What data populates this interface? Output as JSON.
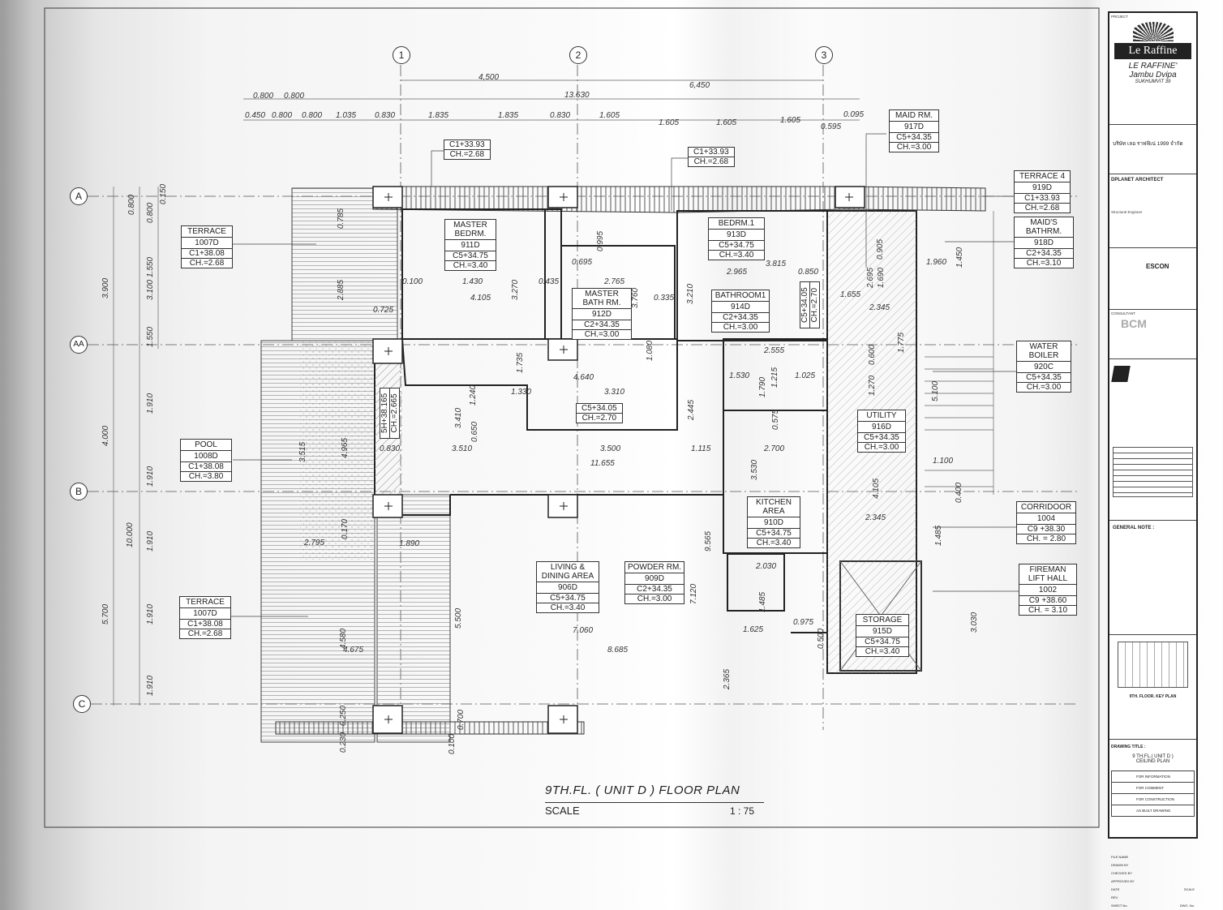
{
  "drawing": {
    "title": "9TH.FL. ( UNIT D ) FLOOR  PLAN",
    "scale_label": "SCALE",
    "scale_value": "1 : 75"
  },
  "grid": {
    "columns": [
      "1",
      "2",
      "3"
    ],
    "rows": [
      "A",
      "AA",
      "B",
      "C"
    ]
  },
  "dimensions": {
    "top": [
      "4,500",
      "6,450",
      "0.800",
      "0.800",
      "13.630",
      "0.450",
      "0.800",
      "0.800",
      "1.035",
      "0.830",
      "1.835",
      "1.835",
      "0.830",
      "1.605",
      "1.605",
      "1.605",
      "1.605",
      "0.095",
      "0.595"
    ],
    "left": [
      "3.900",
      "4.000",
      "10.000",
      "5.700",
      "0.800",
      "0.800",
      "0.150",
      "3.100",
      "1.550",
      "1.550",
      "1.910",
      "1.910",
      "1.910",
      "1.910",
      "1.910"
    ],
    "interior": [
      "0.785",
      "2.885",
      "0.725",
      "0.100",
      "1.430",
      "4.105",
      "3.270",
      "0.435",
      "0.995",
      "0.695",
      "2.765",
      "3.760",
      "0.335",
      "1.080",
      "3.210",
      "2.965",
      "3.815",
      "0.850",
      "2.555",
      "1.530",
      "1.790",
      "1.215",
      "1.025",
      "0.575",
      "1.735",
      "1.240",
      "1.330",
      "4.640",
      "3.310",
      "3.410",
      "0.650",
      "3.510",
      "3.500",
      "1.115",
      "2.700",
      "11.655",
      "2.445",
      "0.830",
      "4.965",
      "3.515",
      "0.170",
      "2.795",
      "1.890",
      "3.530",
      "9.565",
      "7.120",
      "5.500",
      "4.580",
      "4.675",
      "7.060",
      "8.685",
      "2.030",
      "1.485",
      "1.625",
      "0.975",
      "0.500",
      "2.365",
      "0.905",
      "2.695",
      "1.690",
      "1.655",
      "2.345",
      "1.450",
      "1.960",
      "0.600",
      "1.270",
      "1.775",
      "5.100",
      "4.105",
      "2.345",
      "1.100",
      "0.400",
      "1.485",
      "3.030",
      "0.250",
      "0.230",
      "0.100",
      "0.700"
    ]
  },
  "rooms": [
    {
      "name": "TERRACE",
      "code": "1007D",
      "ceiling": "C1+38.08",
      "height": "CH.=2.68"
    },
    {
      "name": "MASTER BEDRM.",
      "code": "911D",
      "ceiling": "C5+34.75",
      "height": "CH.=3.40"
    },
    {
      "name": "BEDRM.1",
      "code": "913D",
      "ceiling": "C5+34.75",
      "height": "CH.=3.40"
    },
    {
      "name": "MAID RM.",
      "code": "917D",
      "ceiling": "C5+34.35",
      "height": "CH.=3.00"
    },
    {
      "name": "TERRACE 4",
      "code": "919D",
      "ceiling": "C1+33.93",
      "height": "CH.=2.68"
    },
    {
      "name": "MAID'S BATHRM.",
      "code": "918D",
      "ceiling": "C2+34.35",
      "height": "CH.=3.10"
    },
    {
      "name": "MASTER BATH RM.",
      "code": "912D",
      "ceiling": "C2+34.35",
      "height": "CH.=3.00"
    },
    {
      "name": "BATHROOM1",
      "code": "914D",
      "ceiling": "C2+34.35",
      "height": "CH.=3.00"
    },
    {
      "name": "WATER BOILER",
      "code": "920C",
      "ceiling": "C5+34.35",
      "height": "CH.=3.00"
    },
    {
      "name": "UTILITY",
      "code": "916D",
      "ceiling": "C5+34.35",
      "height": "CH.=3.00"
    },
    {
      "name": "POOL",
      "code": "1008D",
      "ceiling": "C1+38.08",
      "height": "CH.=3.80"
    },
    {
      "name": "CORRIDOOR",
      "code": "1004",
      "ceiling": "C9 +38.30",
      "height": "CH. = 2.80"
    },
    {
      "name": "KITCHEN AREA",
      "code": "910D",
      "ceiling": "C5+34.75",
      "height": "CH.=3.40"
    },
    {
      "name": "FIREMAN LIFT HALL",
      "code": "1002",
      "ceiling": "C9 +38.60",
      "height": "CH. = 3.10"
    },
    {
      "name": "LIVING & DINING AREA",
      "code": "906D",
      "ceiling": "C5+34.75",
      "height": "CH.=3.40"
    },
    {
      "name": "POWDER RM.",
      "code": "909D",
      "ceiling": "C2+34.35",
      "height": "CH.=3.00"
    },
    {
      "name": "TERRACE",
      "code": "1007D",
      "ceiling": "C1+38.08",
      "height": "CH.=2.68"
    },
    {
      "name": "STORAGE",
      "code": "915D",
      "ceiling": "C5+34.75",
      "height": "CH.=3.40"
    }
  ],
  "callouts": [
    {
      "ceiling": "C1+33.93",
      "height": "CH.=2.68"
    },
    {
      "ceiling": "C1+33.93",
      "height": "CH.=2.68"
    },
    {
      "ceiling": "C5+34.05",
      "height": "CH.=2.70"
    },
    {
      "ceiling": "C5+34.05",
      "height": "CH.=2.70"
    },
    {
      "ceiling": "5H+38.165",
      "height": "CH.=2.665"
    }
  ],
  "title_block": {
    "project_label": "PROJECT",
    "logo_text": "Le Raffine",
    "project_name": "LE RAFFINE'",
    "project_sub": "Jambu Dvipa",
    "project_location": "SUKHUMVIT 39",
    "owner": "บริษัท เลอ ราฟฟิเน่ 1999 จำกัด",
    "architect": "DPLANET ARCHITECT",
    "engineer_label": "Structural Engineer",
    "escon": "ESCON",
    "consultant_label": "CONSULTANT",
    "consultant_logo": "BCM",
    "general_note": "GENERAL NOTE :",
    "key_plan_label": "9TH. FLOOR. KEY PLAN",
    "drawing_title_label": "DRAWING TITLE :",
    "drawing_title_1": "9 TH.FL.( UNIT D )",
    "drawing_title_2": "CEILING PLAN",
    "status": [
      "FOR INFORMATION",
      "FOR COMMENT",
      "FOR CONSTRUCTION",
      "AS BUILT DRAWING"
    ],
    "fields": [
      "FILE NAME",
      "DRAWN BY",
      "CHECKED BY",
      "APPROVED BY",
      "DATE",
      "REV.",
      "SHEET No.",
      "SCALE",
      "DWG. No."
    ]
  }
}
